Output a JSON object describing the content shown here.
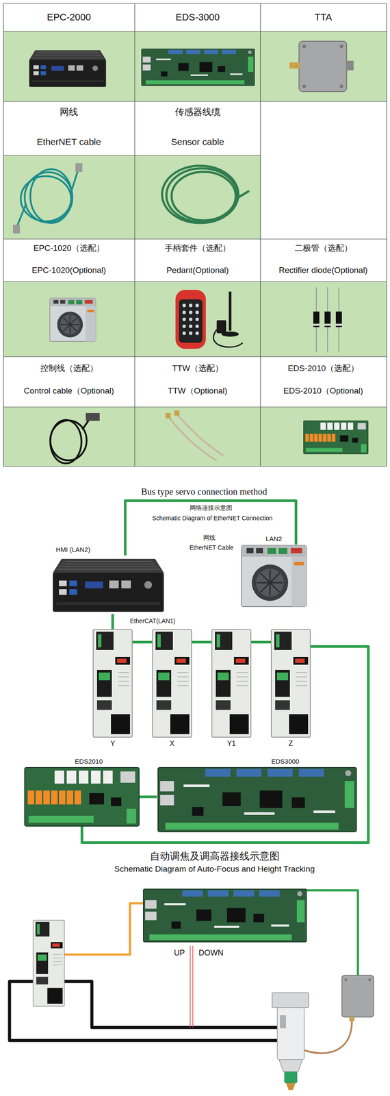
{
  "diagram": {
    "nodes": [
      {
        "text": [
          "HMI (LAN2)"
        ]
      },
      {
        "text": [
          "LAN2"
        ]
      },
      {
        "text": [
          "Y"
        ]
      },
      {
        "text": [
          "X"
        ]
      },
      {
        "text": [
          "Y1"
        ]
      },
      {
        "text": [
          "Z"
        ]
      },
      {
        "text": [
          "EDS2010"
        ]
      },
      {
        "text": [
          "EDS3000"
        ]
      }
    ],
    "edges": [
      {
        "from": 0,
        "to": 1,
        "arrow": "none"
      },
      {
        "from": 0,
        "to": 2,
        "arrow": "none"
      },
      {
        "from": 2,
        "to": 3,
        "arrow": "none"
      },
      {
        "from": 3,
        "to": 4,
        "arrow": "none"
      },
      {
        "from": 4,
        "to": 5,
        "arrow": "none"
      },
      {
        "from": 5,
        "to": 6,
        "arrow": "none"
      },
      {
        "from": 6,
        "to": 7,
        "arrow": "none"
      }
    ],
    "labels": [
      "EPC-2000",
      "EDS-3000",
      "TTA",
      "网线",
      "EtherNET cable",
      "传感器线缆",
      "Sensor cable",
      "EPC-1020（选配）",
      "EPC-1020(Optional)",
      "手柄套件（选配）",
      "Pedant(Optional)",
      "二极管（选配）",
      "Rectifier diode(Optional)",
      "控制线（选配）",
      "Control cable（Optional)",
      "TTW（选配）",
      "TTW（Optional)",
      "EDS-2010（选配）",
      "EDS-2010（Optional)",
      "Bus type servo connection method",
      "网络连接示意图",
      "Schematic Diagram of EtherNET Connection",
      "网线",
      "EtherNET Cable",
      "EtherCAT(LAN1)",
      "自动调焦及调高器接线示意图",
      "Schematic Diagram of Auto-Focus and Height Tracking",
      "UP",
      "DOWN"
    ]
  }
}
